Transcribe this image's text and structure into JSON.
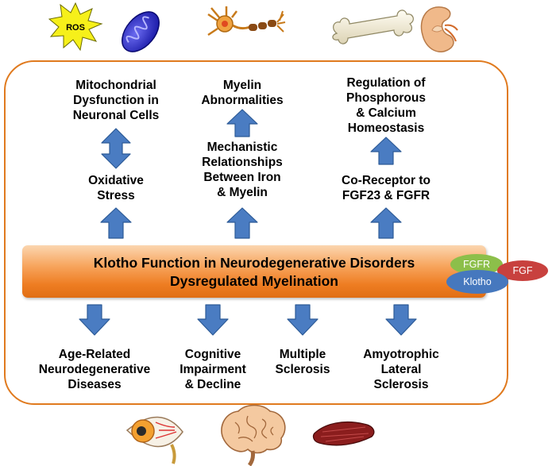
{
  "banner": {
    "line1": "Klotho Function in Neurodegenerative Disorders",
    "line2": "Dysregulated Myelination"
  },
  "upper_left": {
    "top": "Mitochondrial\nDysfunction in\nNeuronal Cells",
    "mid": "Oxidative\nStress"
  },
  "upper_mid": {
    "top": "Myelin\nAbnormalities",
    "mid": "Mechanistic\nRelationships\nBetween Iron\n& Myelin"
  },
  "upper_right": {
    "top": "Regulation of\nPhosphorous\n& Calcium\nHomeostasis",
    "mid": "Co-Receptor to\nFGF23 & FGFR"
  },
  "lower": {
    "age": "Age-Related\nNeurodegenerative\nDiseases",
    "cog": "Cognitive\nImpairment\n& Decline",
    "ms": "Multiple\nSclerosis",
    "als": "Amyotrophic\nLateral\nSclerosis"
  },
  "receptor": {
    "fgfr": "FGFR",
    "fgf": "FGF",
    "klotho": "Klotho"
  },
  "icons": {
    "ros": "ROS"
  },
  "colors": {
    "arrow_fill": "#4a7cc2",
    "arrow_stroke": "#2c5a96",
    "frame": "#e07a1e",
    "fgfr": "#8cbf4a",
    "fgf": "#c8413e",
    "klotho": "#4678be"
  }
}
